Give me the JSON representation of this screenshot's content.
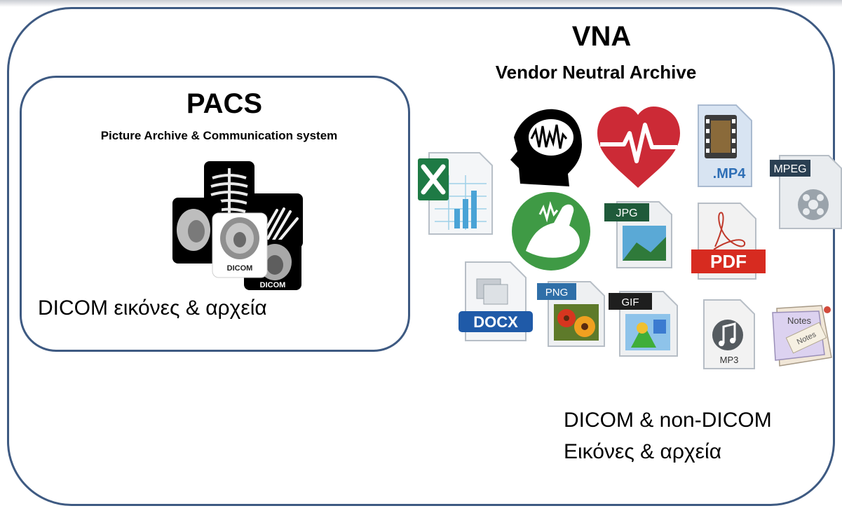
{
  "vna": {
    "title": "VNA",
    "subtitle": "Vendor Neutral Archive",
    "caption_line1": "DICOM & non-DICOM",
    "caption_line2": "Εικόνες & αρχεία"
  },
  "pacs": {
    "title": "PACS",
    "subtitle": "Picture Archive & Communication system",
    "caption": "DICOM εικόνες & αρχεία",
    "dicom_label_1": "DICOM",
    "dicom_label_2": "DICOM"
  },
  "file_icons": {
    "mp4": ".MP4",
    "mpeg": "MPEG",
    "jpg": "JPG",
    "pdf": "PDF",
    "docx": "DOCX",
    "png": "PNG",
    "gif": "GIF",
    "mp3": "MP3",
    "notes_1": "Notes",
    "notes_2": "Notes"
  },
  "icons": [
    "dicom-images-icon",
    "excel-file-icon",
    "brain-head-icon",
    "heart-pulse-icon",
    "mp4-file-icon",
    "mpeg-file-icon",
    "muscle-arm-icon",
    "jpg-file-icon",
    "pdf-file-icon",
    "docx-file-icon",
    "png-file-icon",
    "gif-file-icon",
    "mp3-file-icon",
    "notes-icon"
  ],
  "colors": {
    "box_border": "#3e5a82",
    "heart": "#cc2a36",
    "muscle_circle": "#3f9a45",
    "pdf_red": "#d72b20",
    "docx_blue": "#1f5aa8",
    "excel_green": "#1e7a45",
    "label_dark": "#2a3f52"
  }
}
